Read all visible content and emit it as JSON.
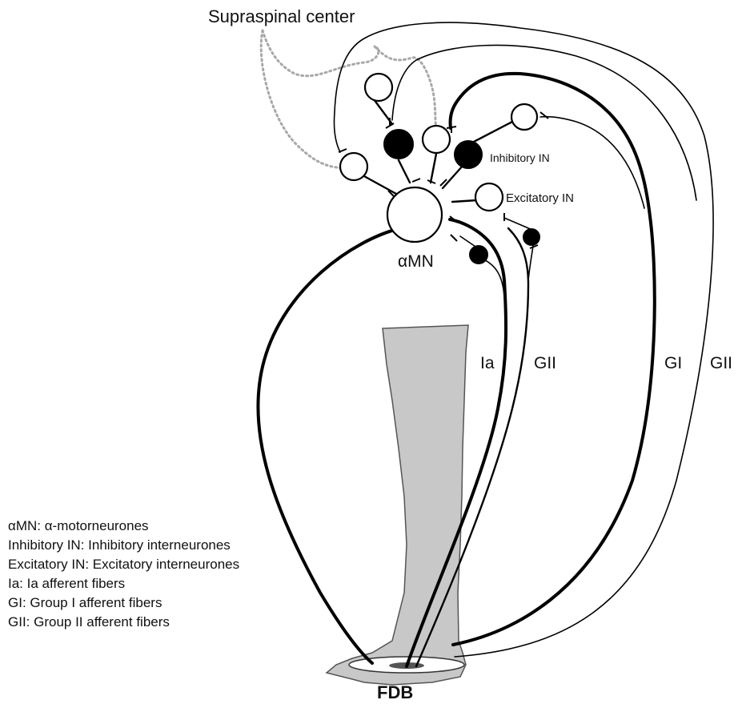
{
  "labels": {
    "supraspinal": "Supraspinal center",
    "inhibitory_in": "Inhibitory IN",
    "excitatory_in": "Excitatory IN",
    "amn": "αMN",
    "ia": "Ia",
    "gii_inner": "GII",
    "gi": "GI",
    "gii_outer": "GII",
    "fdb": "FDB"
  },
  "legend": [
    "αMN: α-motorneurones",
    "Inhibitory IN: Inhibitory interneurones",
    "Excitatory IN: Excitatory interneurones",
    "Ia: Ia afferent fibers",
    "GI: Group I afferent fibers",
    "GII: Group II afferent fibers"
  ],
  "colors": {
    "leg_fill": "#c8c8c8",
    "supraspinal_path": "#a8a8a8",
    "neuron_stroke": "#000000"
  }
}
